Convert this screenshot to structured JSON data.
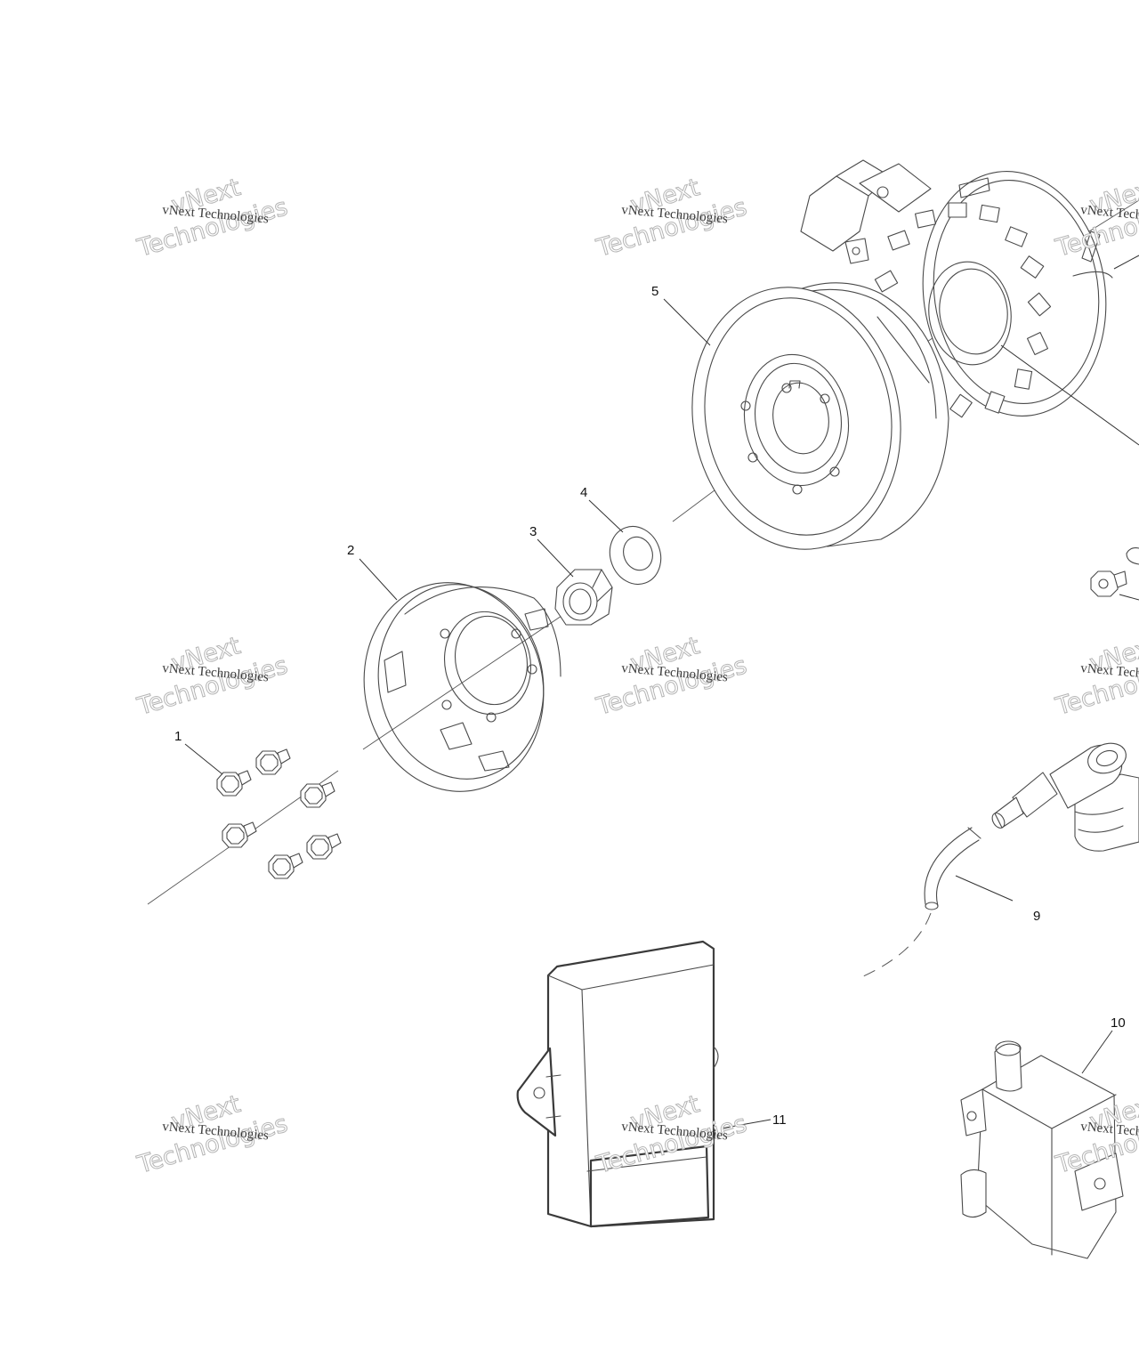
{
  "callouts": {
    "c1": "1",
    "c2": "2",
    "c3": "3",
    "c4": "4",
    "c5": "5",
    "c9": "9",
    "c10": "10",
    "c11": "11"
  },
  "watermark": {
    "line1": "vNext Technologies",
    "line2": "vNext",
    "line3": "Technologies"
  },
  "colors": {
    "line": "#4a4a4a",
    "text": "#111111",
    "watermark_outline": "#b5b5b5"
  }
}
